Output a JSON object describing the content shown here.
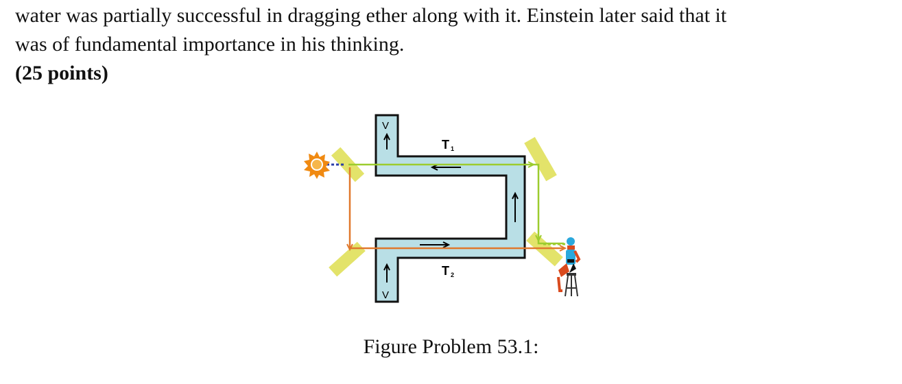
{
  "text": {
    "line1": "water was partially successful in dragging ether along with it. Einstein later said that it",
    "line2": "was of fundamental importance in his thinking.",
    "points": "(25 points)"
  },
  "figure": {
    "tube_top_label": "T",
    "tube_top_sub": "1",
    "tube_bottom_label": "T",
    "tube_bottom_sub": "2",
    "inlet_label": "V",
    "outlet_label": "V",
    "caption": "Figure Problem 53.1:"
  },
  "colors": {
    "water": "#b9dfe6",
    "mirror": "#e3e36a",
    "beam_top": "#9ccc2e",
    "beam_bottom": "#e0782c",
    "source": "#f08a12",
    "observer_clothes": "#2aa8dc",
    "observer_skin": "#d94a1e"
  }
}
